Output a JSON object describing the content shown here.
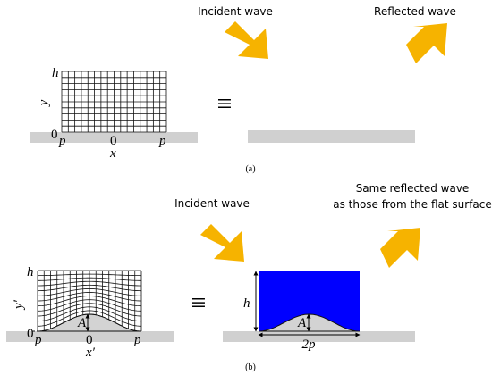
{
  "colors": {
    "arrow": "#f6b300",
    "surface": "#d0d0d0",
    "medium": "#0000ff",
    "grid": "#111111",
    "hump": "#d3d3d3"
  },
  "panel_a": {
    "incident_label": "Incident wave",
    "reflected_label": "Reflected wave",
    "caption": "(a)",
    "grid": {
      "h_label": "h",
      "y_label": "y",
      "zero_label": "0",
      "left_p": "p",
      "center_zero": "0",
      "right_p": "p",
      "x_label": "x"
    },
    "equiv": "≡"
  },
  "panel_b": {
    "incident_label": "Incident wave",
    "reflected_line1": "Same reflected wave",
    "reflected_line2": "as those from the flat surface",
    "caption": "(b)",
    "grid": {
      "h_label": "h",
      "y_label": "y′",
      "zero_label": "0",
      "left_p": "p",
      "center_zero": "0",
      "right_p": "p",
      "x_label": "x′",
      "amp_label": "A"
    },
    "equiv": "≡",
    "medium": {
      "h_label": "h",
      "amp_label": "A",
      "width_label": "2p"
    }
  }
}
